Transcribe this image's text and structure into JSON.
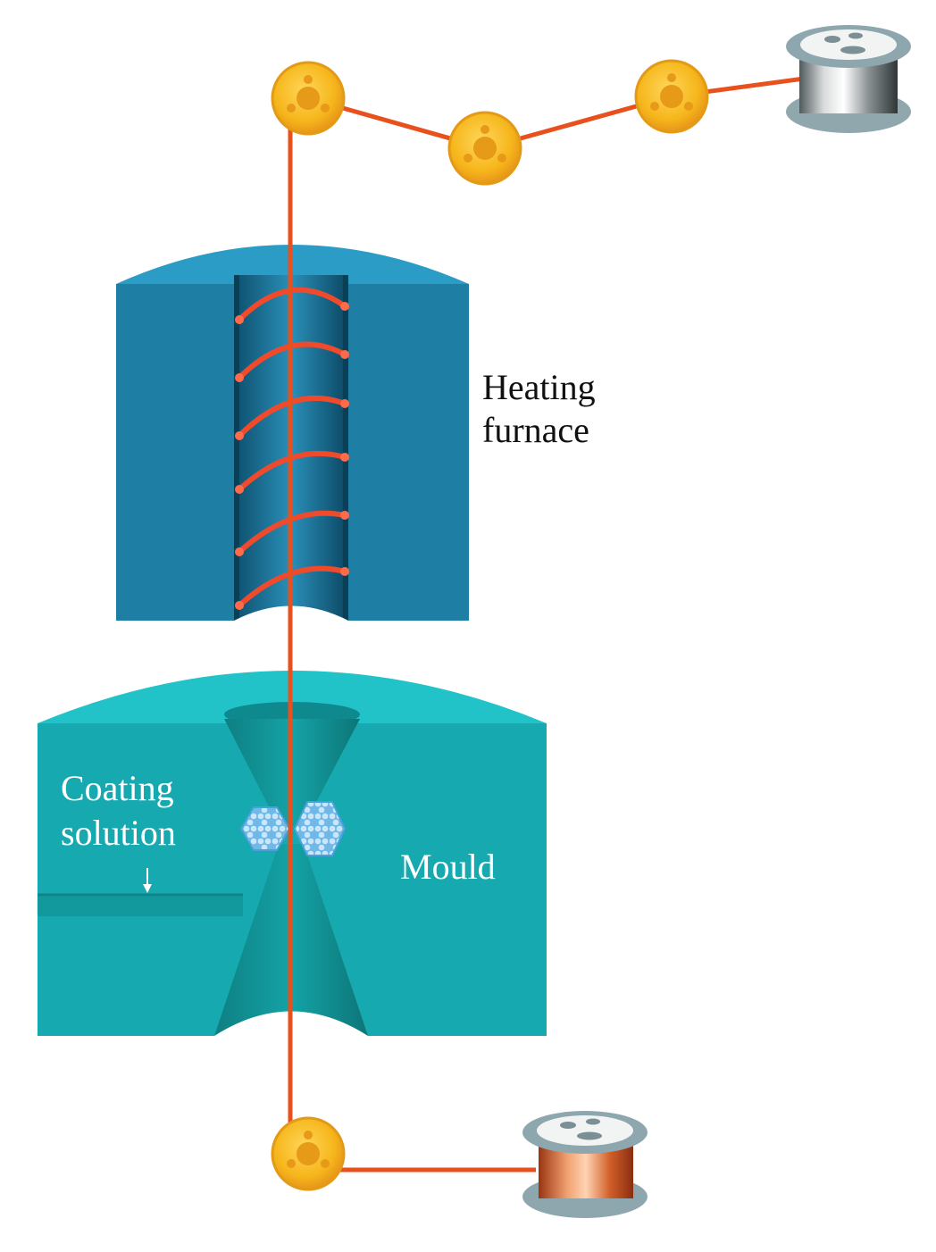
{
  "labels": {
    "heating_line1": "Heating",
    "heating_line2": "furnace",
    "coating_line1": "Coating",
    "coating_line2": "solution",
    "mould": "Mould"
  },
  "colors": {
    "fiber": "#e8501e",
    "pulley": "#f6b61b",
    "furnace": "#1f7ea4",
    "mould": "#16aab0",
    "heating_coil": "#f04a2c"
  },
  "icons": {
    "pulley": "pulley-icon",
    "source_spool": "silver-spool-icon",
    "coated_spool": "copper-spool-icon",
    "arrow": "arrow-down-icon"
  }
}
